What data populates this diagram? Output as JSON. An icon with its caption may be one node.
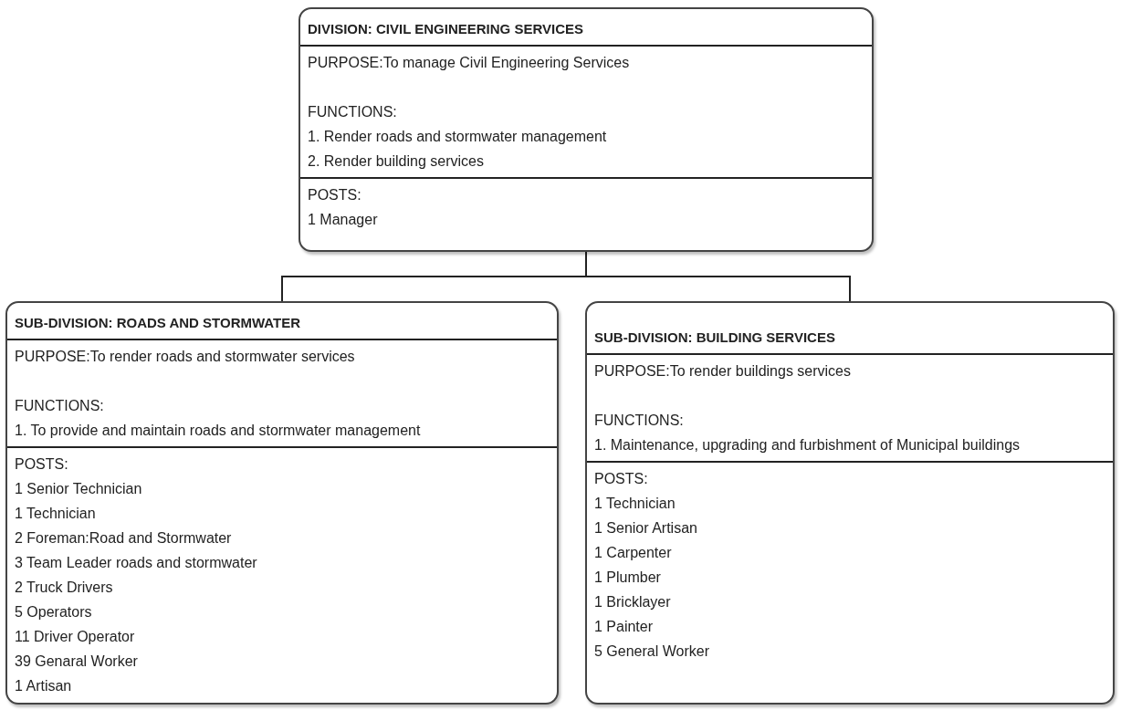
{
  "diagram": {
    "nodes": [
      {
        "text": [
          "DIVISION: CIVIL ENGINEERING SERVICES",
          "PURPOSE:To manage Civil Engineering Services",
          "FUNCTIONS:",
          "1. Render roads and stormwater management",
          "2. Render building services",
          "POSTS:",
          "1 Manager"
        ]
      },
      {
        "text": [
          "SUB-DIVISION: ROADS AND STORMWATER",
          "PURPOSE:To render roads and stormwater services",
          "FUNCTIONS:",
          "1. To provide and maintain roads and stormwater management",
          "POSTS:",
          "1 Senior Technician",
          "1 Technician",
          "2 Foreman:Road and Stormwater",
          "3 Team Leader roads and stormwater",
          "2 Truck Drivers",
          "5 Operators",
          "11 Driver Operator",
          "39 Genaral Worker",
          "1 Artisan"
        ]
      },
      {
        "text": [
          "SUB-DIVISION: BUILDING SERVICES",
          "PURPOSE:To render buildings services",
          "FUNCTIONS:",
          "1. Maintenance, upgrading and furbishment of Municipal buildings",
          "POSTS:",
          "1 Technician",
          "1 Senior Artisan",
          "1 Carpenter",
          "1 Plumber",
          "1 Bricklayer",
          "1 Painter",
          "5 General Worker"
        ]
      }
    ],
    "edges": [
      {
        "from": 0,
        "to": 1,
        "arrow": "none"
      },
      {
        "from": 0,
        "to": 2,
        "arrow": "none"
      }
    ]
  }
}
